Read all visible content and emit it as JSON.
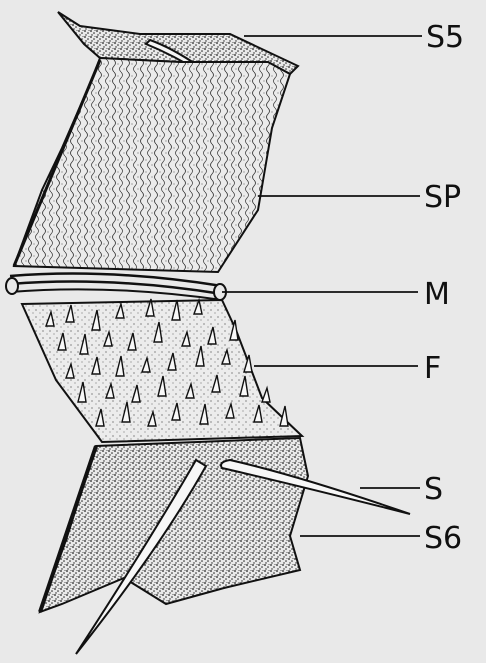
{
  "figure": {
    "background": "#e9e9e9",
    "ink": "#111111",
    "labels": {
      "s5": "S5",
      "sp": "SP",
      "m": "M",
      "f": "F",
      "s": "S",
      "s6": "S6"
    }
  }
}
